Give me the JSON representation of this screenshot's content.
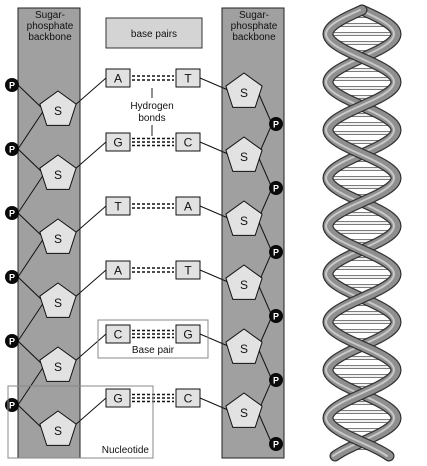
{
  "headers": {
    "left_backbone": [
      "Sugar-",
      "phosphate",
      "backbone"
    ],
    "base_pairs": "base pairs",
    "right_backbone": [
      "Sugar-",
      "phosphate",
      "backbone"
    ]
  },
  "phosphate_label": "P",
  "sugar_label": "S",
  "pairs": [
    {
      "left": "A",
      "right": "T",
      "bonds": 2
    },
    {
      "left": "G",
      "right": "C",
      "bonds": 3
    },
    {
      "left": "T",
      "right": "A",
      "bonds": 2
    },
    {
      "left": "A",
      "right": "T",
      "bonds": 2
    },
    {
      "left": "C",
      "right": "G",
      "bonds": 3
    },
    {
      "left": "G",
      "right": "C",
      "bonds": 3
    }
  ],
  "annotations": {
    "hydrogen_bonds": [
      "Hydrogen",
      "bonds"
    ],
    "base_pair": "Base pair",
    "nucleotide": "Nucleotide"
  },
  "colors": {
    "backbone_fill": "#a0a0a0",
    "header_fill": "#d4d4d4",
    "sugar_fill": "#e2e2e2",
    "base_fill": "#e2e2e2",
    "phosphate_fill": "#0a0a0a",
    "helix_strand": "#8f8f8f",
    "helix_rung": "#f0f0f0"
  }
}
